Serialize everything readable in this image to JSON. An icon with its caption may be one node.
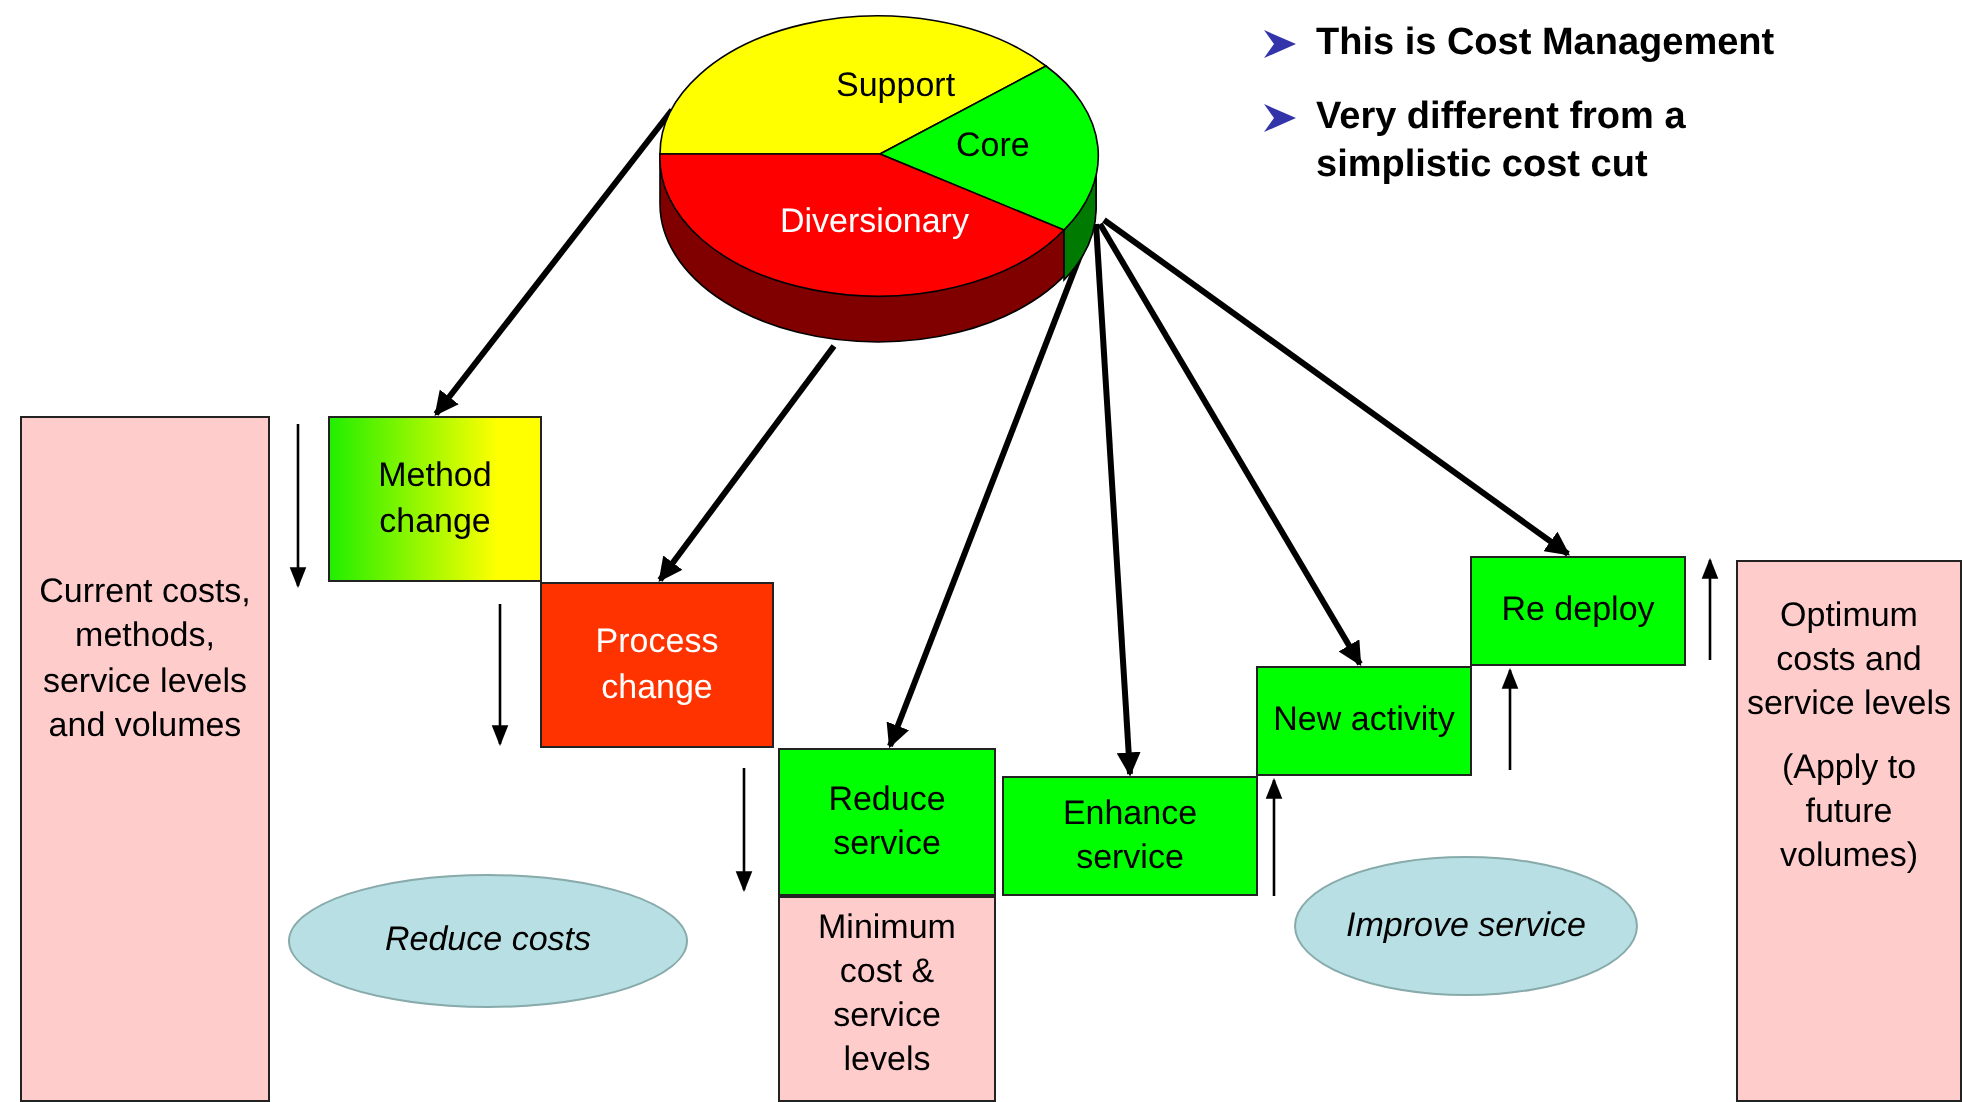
{
  "diagram": {
    "nodes": [
      {
        "text": [
          "Support",
          "Core",
          "Diversionary"
        ]
      },
      {
        "text": [
          "Current costs, methods, service levels and volumes"
        ]
      },
      {
        "text": [
          "Method change"
        ]
      },
      {
        "text": [
          "Process change"
        ]
      },
      {
        "text": [
          "Reduce service"
        ]
      },
      {
        "text": [
          "Minimum cost & service levels"
        ]
      },
      {
        "text": [
          "Enhance service"
        ]
      },
      {
        "text": [
          "New activity"
        ]
      },
      {
        "text": [
          "Re deploy"
        ]
      },
      {
        "text": [
          "Optimum costs and service levels",
          "(Apply to future volumes)"
        ]
      },
      {
        "text": [
          "Reduce costs"
        ]
      },
      {
        "text": [
          "Improve service"
        ]
      }
    ],
    "edges": [
      {
        "from": 0,
        "to": 2,
        "arrow": "to"
      },
      {
        "from": 0,
        "to": 3,
        "arrow": "to"
      },
      {
        "from": 0,
        "to": 4,
        "arrow": "to"
      },
      {
        "from": 0,
        "to": 6,
        "arrow": "to"
      },
      {
        "from": 0,
        "to": 7,
        "arrow": "to"
      },
      {
        "from": 0,
        "to": 8,
        "arrow": "to"
      }
    ],
    "labels": [
      "This is Cost Management",
      "Very different from a simplistic cost cut"
    ]
  }
}
